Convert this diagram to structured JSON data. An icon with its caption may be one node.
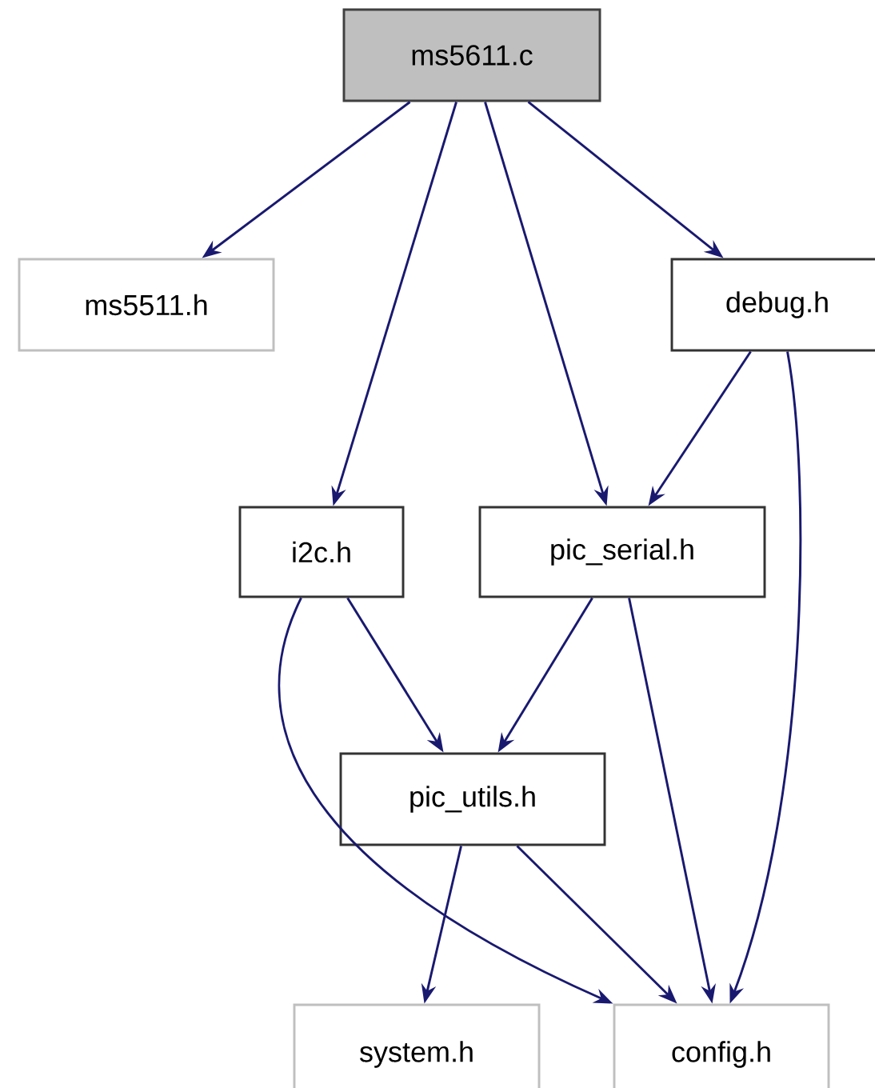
{
  "diagram": {
    "nodes": [
      {
        "text": [
          "ms5611.c"
        ]
      },
      {
        "text": [
          "ms5511.h"
        ]
      },
      {
        "text": [
          "debug.h"
        ]
      },
      {
        "text": [
          "i2c.h"
        ]
      },
      {
        "text": [
          "pic_serial.h"
        ]
      },
      {
        "text": [
          "pic_utils.h"
        ]
      },
      {
        "text": [
          "system.h"
        ]
      },
      {
        "text": [
          "config.h"
        ]
      }
    ],
    "edges": [
      {
        "from": 0,
        "to": 1,
        "arrow": "to"
      },
      {
        "from": 0,
        "to": 3,
        "arrow": "to"
      },
      {
        "from": 0,
        "to": 4,
        "arrow": "to"
      },
      {
        "from": 0,
        "to": 2,
        "arrow": "to"
      },
      {
        "from": 2,
        "to": 4,
        "arrow": "to"
      },
      {
        "from": 2,
        "to": 7,
        "arrow": "to"
      },
      {
        "from": 3,
        "to": 5,
        "arrow": "to"
      },
      {
        "from": 3,
        "to": 7,
        "arrow": "to"
      },
      {
        "from": 4,
        "to": 5,
        "arrow": "to"
      },
      {
        "from": 4,
        "to": 7,
        "arrow": "to"
      },
      {
        "from": 5,
        "to": 6,
        "arrow": "to"
      },
      {
        "from": 5,
        "to": 7,
        "arrow": "to"
      }
    ]
  }
}
